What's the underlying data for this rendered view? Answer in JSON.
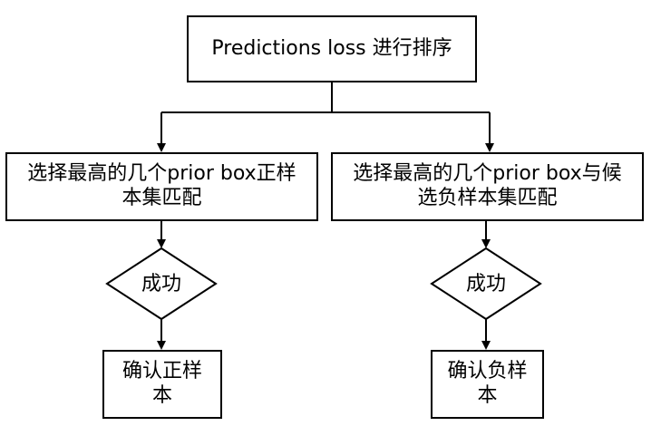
{
  "flowchart": {
    "top": {
      "label": "Predictions loss 进行排序"
    },
    "left_branch": {
      "step_lines": [
        "选择最高的几个prior box正样",
        "本集匹配"
      ],
      "decision": "成功",
      "result_lines": [
        "确认正样",
        "本"
      ]
    },
    "right_branch": {
      "step_lines": [
        "选择最高的几个prior box与候",
        "选负样本集匹配"
      ],
      "decision": "成功",
      "result_lines": [
        "确认负样",
        "本"
      ]
    }
  },
  "colors": {
    "stroke": "#000000",
    "fill": "#ffffff"
  }
}
